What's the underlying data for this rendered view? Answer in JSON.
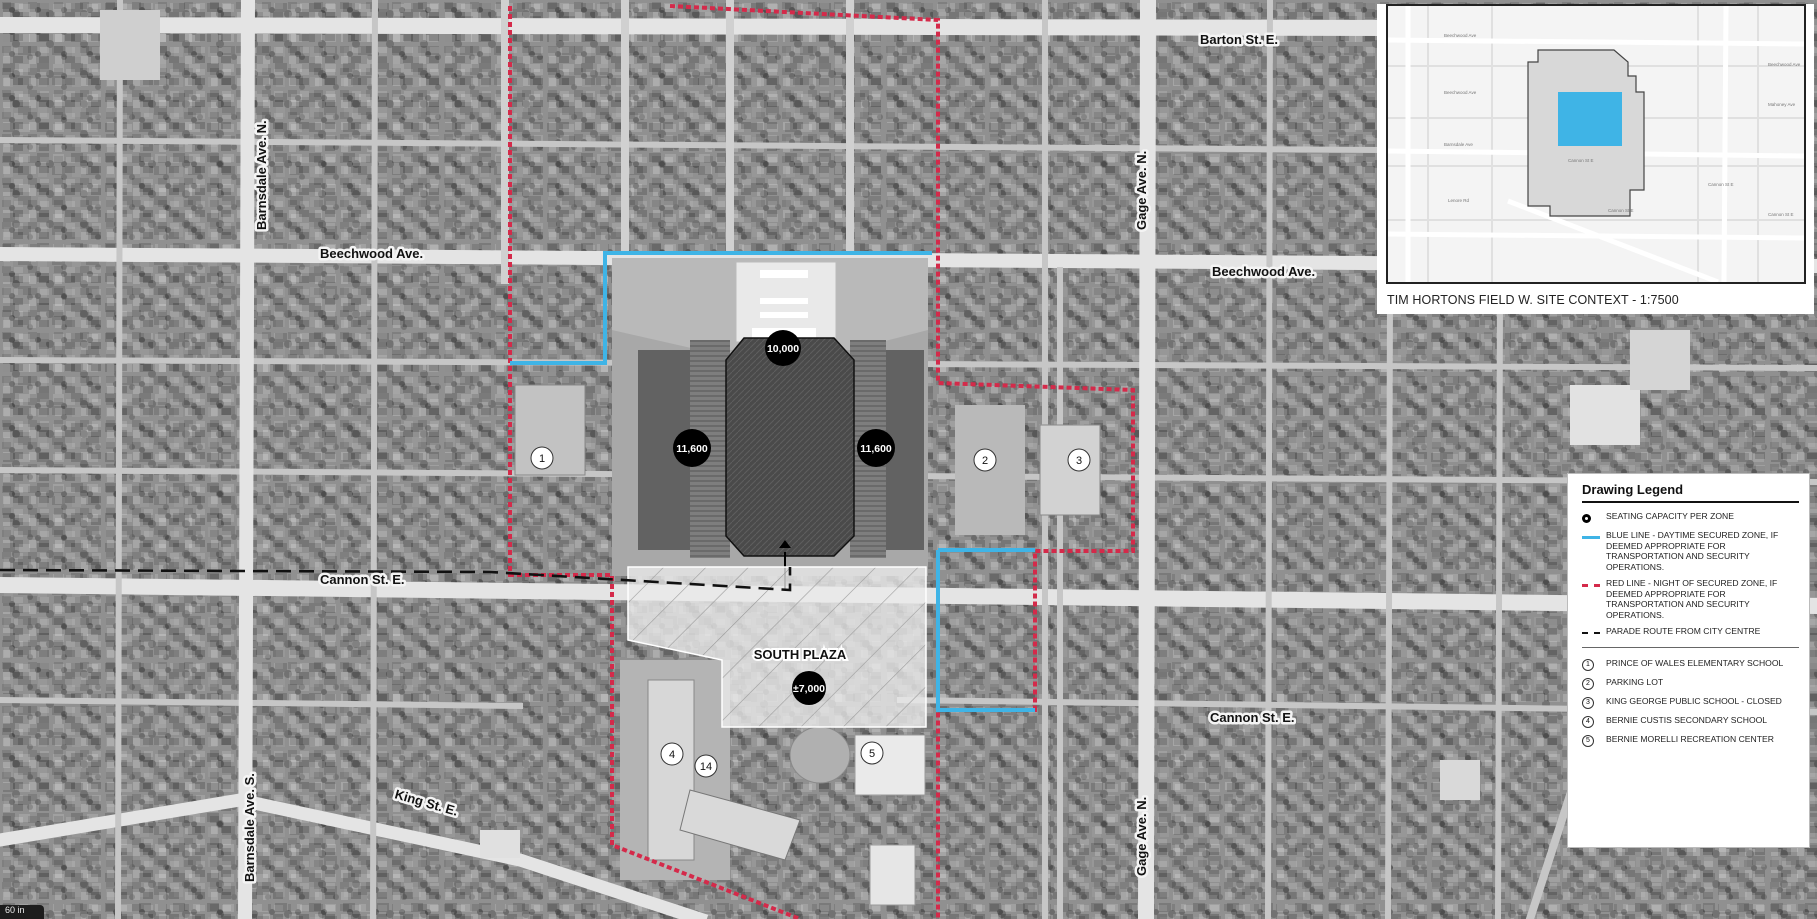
{
  "streets": {
    "barton": "Barton St. E.",
    "beechwood_west": "Beechwood Ave.",
    "beechwood_east": "Beechwood Ave.",
    "cannon_west": "Cannon St. E.",
    "cannon_east": "Cannon St. E.",
    "barnsdale_n": "Barnsdale Ave. N.",
    "barnsdale_s": "Barnsdale Ave. S.",
    "gage_north": "Gage Ave. N.",
    "gage_south": "Gage Ave. N.",
    "king": "King St. E."
  },
  "capacity": {
    "north": "10,000",
    "west": "11,600",
    "east": "11,600",
    "south_plaza": "±7,000"
  },
  "plaza_label": "SOUTH PLAZA",
  "sites": [
    "1",
    "2",
    "3",
    "4",
    "14",
    "5"
  ],
  "inset": {
    "title": "TIM HORTONS FIELD W. SITE CONTEXT - 1:7500",
    "accent_color": "#3fb4e6"
  },
  "legend": {
    "title": "Drawing Legend",
    "items": [
      {
        "symbol": "seating-dot",
        "text": "SEATING CAPACITY PER ZONE"
      },
      {
        "symbol": "blue-line",
        "text": "BLUE LINE - DAYTIME SECURED ZONE, IF DEEMED APPROPRIATE FOR TRANSPORTATION AND SECURITY OPERATIONS."
      },
      {
        "symbol": "red-line",
        "text": "RED LINE - NIGHT OF SECURED ZONE, IF DEEMED APPROPRIATE FOR TRANSPORTATION AND SECURITY OPERATIONS."
      },
      {
        "symbol": "black-dash",
        "text": "PARADE ROUTE FROM CITY CENTRE"
      }
    ],
    "places": [
      {
        "num": "1",
        "text": "PRINCE OF WALES ELEMENTARY SCHOOL"
      },
      {
        "num": "2",
        "text": "PARKING LOT"
      },
      {
        "num": "3",
        "text": "KING GEORGE PUBLIC SCHOOL - CLOSED"
      },
      {
        "num": "4",
        "text": "BERNIE CUSTIS SECONDARY SCHOOL"
      },
      {
        "num": "5",
        "text": "BERNIE MORELLI RECREATION CENTER"
      }
    ]
  },
  "colors": {
    "blue_line": "#3fb4e6",
    "red_line": "#d42a4a",
    "parade": "#111111"
  },
  "zoom_label": "60 in"
}
